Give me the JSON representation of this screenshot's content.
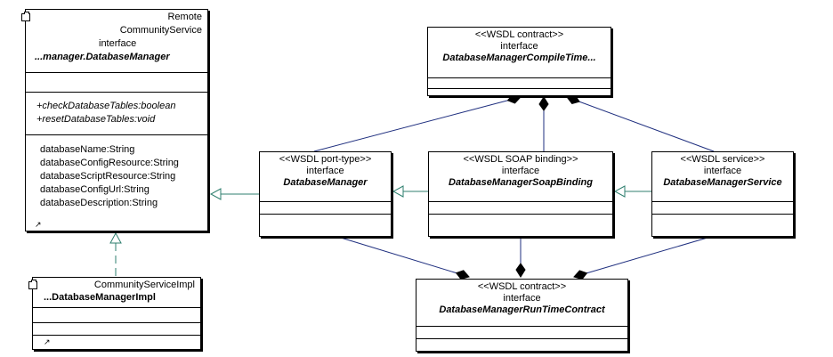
{
  "remote_box": {
    "label": "Remote",
    "label2": "CommunityService",
    "stereotype": "interface",
    "name": "...manager.DatabaseManager",
    "operations": [
      "+checkDatabaseTables:boolean",
      "+resetDatabaseTables:void"
    ],
    "attributes": [
      "databaseName:String",
      "databaseConfigResource:String",
      "databaseScriptResource:String",
      "databaseConfigUrl:String",
      "databaseDescription:String"
    ]
  },
  "impl_box": {
    "label": "CommunityServiceImpl",
    "name": "...DatabaseManagerImpl"
  },
  "compile_contract": {
    "stereotype": "<<WSDL contract>>",
    "kind": "interface",
    "name": "DatabaseManagerCompileTime..."
  },
  "port_type": {
    "stereotype": "<<WSDL port-type>>",
    "kind": "interface",
    "name": "DatabaseManager"
  },
  "soap_binding": {
    "stereotype": "<<WSDL SOAP binding>>",
    "kind": "interface",
    "name": "DatabaseManagerSoapBinding"
  },
  "service": {
    "stereotype": "<<WSDL service>>",
    "kind": "interface",
    "name": "DatabaseManagerService"
  },
  "runtime_contract": {
    "stereotype": "<<WSDL contract>>",
    "kind": "interface",
    "name": "DatabaseManagerRunTimeContract"
  }
}
